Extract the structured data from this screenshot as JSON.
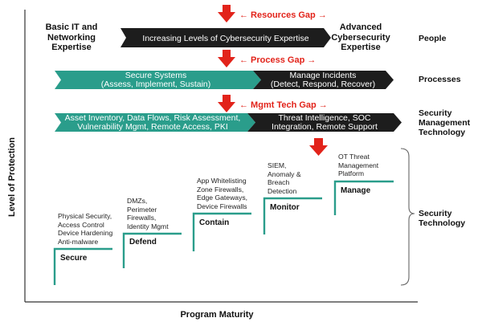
{
  "left_top_label": [
    "Basic IT and",
    "Networking",
    "Expertise"
  ],
  "right_top_label": [
    "Advanced",
    "Cybersecurity",
    "Expertise"
  ],
  "expertise_bar": "Increasing Levels of Cybersecurity Expertise",
  "gaps": {
    "resources": "← Resources Gap →",
    "process": "← Process Gap →",
    "mgmt_tech": "← Mgmt Tech Gap →"
  },
  "processes": {
    "left": [
      "Secure Systems",
      "(Assess, Implement, Sustain)"
    ],
    "right": [
      "Manage Incidents",
      "(Detect, Respond, Recover)"
    ]
  },
  "security_mgmt": {
    "left": [
      "Asset Inventory, Data Flows, Risk Assessment,",
      "Vulnerability Mgmt, Remote Access, PKI"
    ],
    "right": [
      "Threat Intelligence, SOC",
      "Integration, Remote Support"
    ]
  },
  "categories": {
    "people": "People",
    "processes": "Processes",
    "security_mgmt": [
      "Security",
      "Management",
      "Technology"
    ],
    "security_tech": [
      "Security",
      "Technology"
    ]
  },
  "steps": [
    {
      "label": "Secure",
      "items": [
        "Physical Security,",
        "Access Control",
        "Device Hardening",
        "Anti-malware"
      ]
    },
    {
      "label": "Defend",
      "items": [
        "DMZs,",
        "Perimeter",
        "Firewalls,",
        "Identity Mgmt"
      ]
    },
    {
      "label": "Contain",
      "items": [
        "App Whitelisting",
        "Zone Firewalls,",
        "Edge Gateways,",
        "Device Firewalls"
      ]
    },
    {
      "label": "Monitor",
      "items": [
        "SIEM,",
        "Anomaly &",
        "Breach",
        "Detection"
      ]
    },
    {
      "label": "Manage",
      "items": [
        "OT Threat",
        "Management",
        "Platform"
      ]
    }
  ],
  "axes": {
    "y": "Level of Protection",
    "x": "Program Maturity"
  },
  "colors": {
    "teal": "#2a9d8b",
    "dark": "#1d1d1d",
    "red": "#e2231a"
  }
}
